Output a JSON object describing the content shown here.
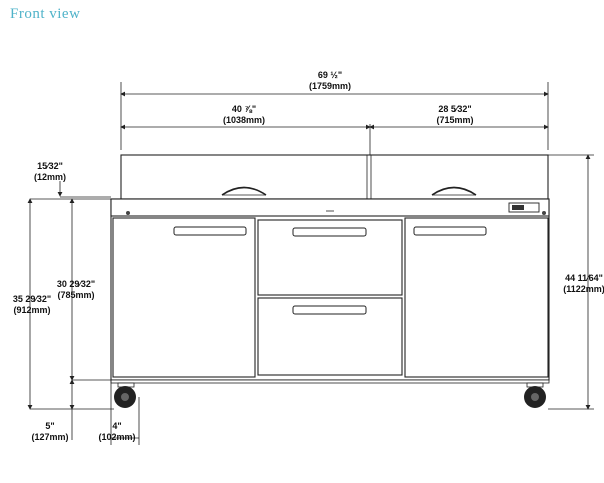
{
  "title": "Front view",
  "dimensions": {
    "overall_width": {
      "imperial": "69 ½\"",
      "metric": "(1759mm)"
    },
    "left_section_width": {
      "imperial": "40 ⅞\"",
      "metric": "(1038mm)"
    },
    "right_section_width": {
      "imperial": "28 5⁄32\"",
      "metric": "(715mm)"
    },
    "top_rail_height": {
      "imperial": "15⁄32\"",
      "metric": "(12mm)"
    },
    "work_height": {
      "imperial": "30 29⁄32\"",
      "metric": "(785mm)"
    },
    "cabinet_height": {
      "imperial": "35 29⁄32\"",
      "metric": "(912mm)"
    },
    "overall_height": {
      "imperial": "44 11⁄64\"",
      "metric": "(1122mm)"
    },
    "leg_height": {
      "imperial": "5\"",
      "metric": "(127mm)"
    },
    "caster_width": {
      "imperial": "4\"",
      "metric": "(102mm)"
    }
  },
  "colors": {
    "title": "#4fb3c9",
    "lines": "#222222"
  }
}
